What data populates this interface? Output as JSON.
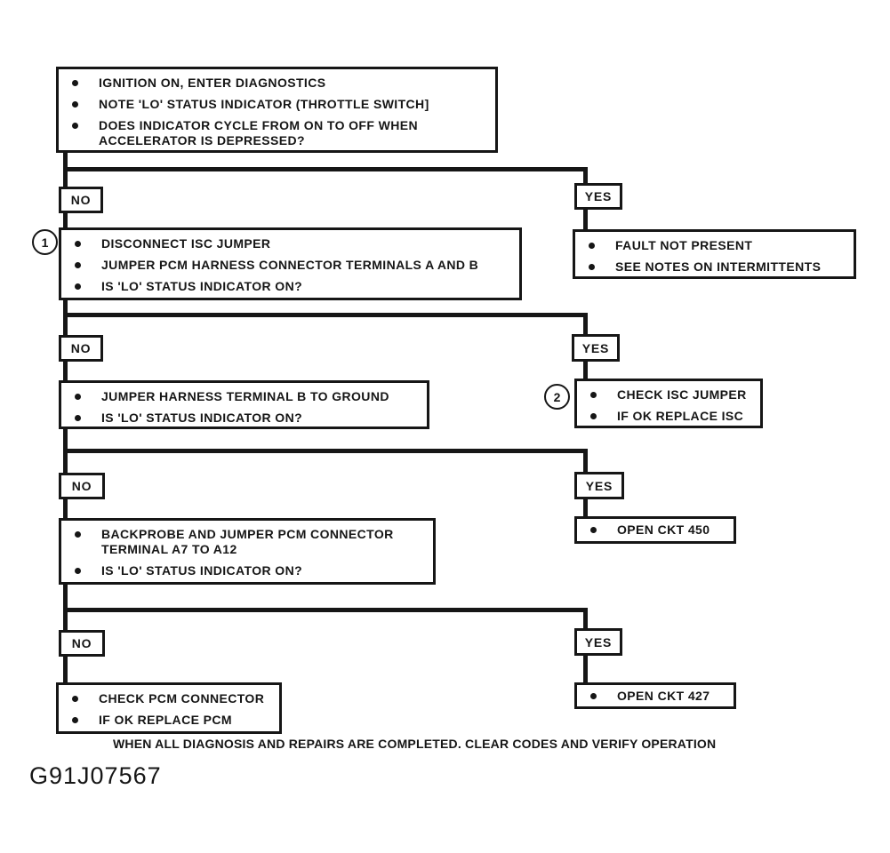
{
  "figure": {
    "id": "G91J07567",
    "footer_note": "WHEN ALL DIAGNOSIS AND REPAIRS ARE COMPLETED. CLEAR CODES AND VERIFY OPERATION"
  },
  "branch_labels": {
    "no": "NO",
    "yes": "YES"
  },
  "callouts": {
    "c1": "1",
    "c2": "2"
  },
  "colors": {
    "ink": "#161616",
    "background": "#ffffff"
  },
  "nodes": {
    "start": {
      "bullets": [
        "IGNITION ON, ENTER DIAGNOSTICS",
        "NOTE 'LO' STATUS INDICATOR (THROTTLE SWITCH]",
        "DOES INDICATOR CYCLE FROM ON TO OFF WHEN ACCELERATOR IS DEPRESSED?"
      ]
    },
    "disconnect_isc": {
      "callout": "1",
      "bullets": [
        "DISCONNECT ISC JUMPER",
        "JUMPER PCM HARNESS CONNECTOR TERMINALS A AND B",
        "IS 'LO' STATUS INDICATOR ON?"
      ]
    },
    "fault_not_present": {
      "bullets": [
        "FAULT NOT PRESENT",
        "SEE NOTES ON INTERMITTENTS"
      ]
    },
    "jumper_ground": {
      "bullets": [
        "JUMPER  HARNESS TERMINAL B TO GROUND",
        "IS 'LO' STATUS INDICATOR ON?"
      ]
    },
    "check_isc": {
      "callout": "2",
      "bullets": [
        "CHECK ISC JUMPER",
        "IF OK REPLACE ISC"
      ]
    },
    "backprobe": {
      "bullets": [
        "BACKPROBE AND JUMPER  PCM CONNECTOR TERMINAL A7 TO A12",
        "IS 'LO' STATUS INDICATOR ON?"
      ]
    },
    "open_ckt_450": {
      "bullets": [
        "OPEN CKT 450"
      ]
    },
    "check_pcm": {
      "bullets": [
        "CHECK PCM CONNECTOR",
        "IF OK REPLACE  PCM"
      ]
    },
    "open_ckt_427": {
      "bullets": [
        "OPEN CKT 427"
      ]
    }
  }
}
